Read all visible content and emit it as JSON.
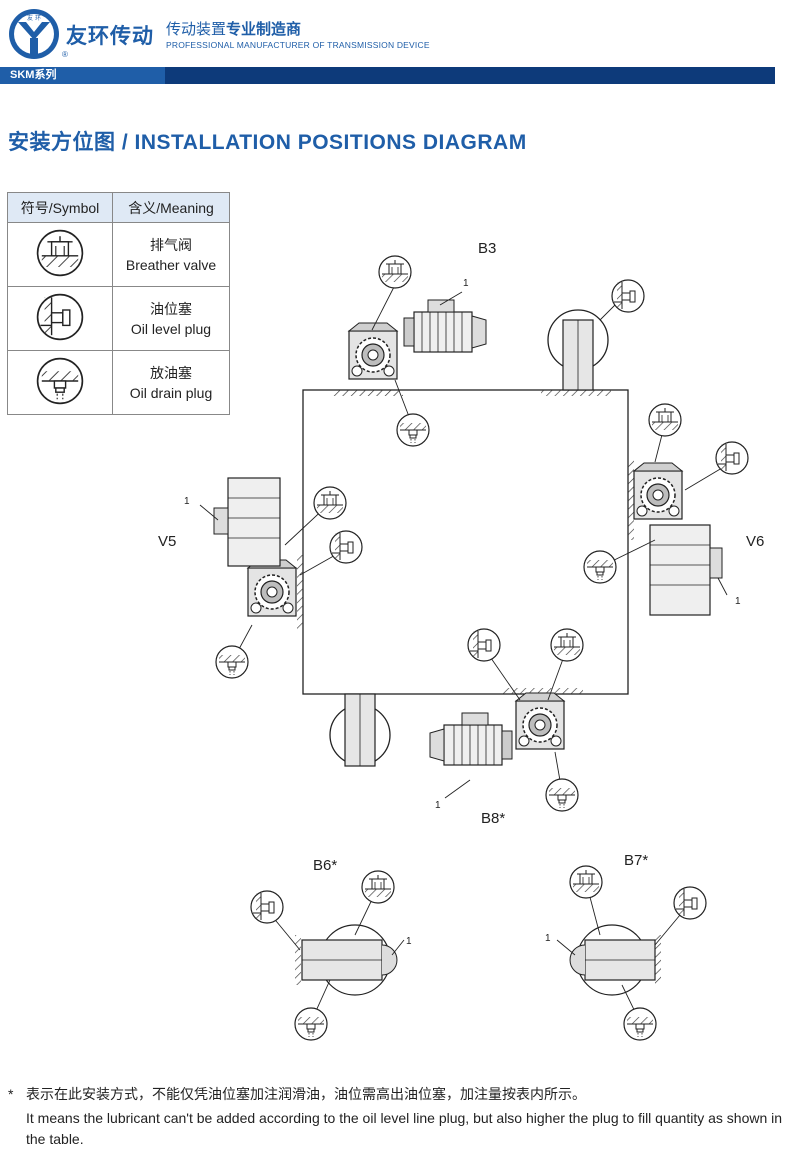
{
  "header": {
    "brand_cn": "友环传动",
    "logo_text": "友 环",
    "reg_mark": "®",
    "tagline_cn_a": "传动装置",
    "tagline_cn_b": "专业制造商",
    "tagline_en": "PROFESSIONAL MANUFACTURER OF TRANSMISSION DEVICE",
    "series": "SKM系列",
    "colors": {
      "brand_blue": "#1f5ea8",
      "bar_navy": "#0d3a7a"
    }
  },
  "title": "安装方位图 / INSTALLATION POSITIONS DIAGRAM",
  "symbol_table": {
    "headers": [
      "符号/Symbol",
      "含义/Meaning"
    ],
    "rows": [
      {
        "icon": "breather-valve-icon",
        "cn": "排气阀",
        "en": "Breather valve"
      },
      {
        "icon": "oil-level-plug-icon",
        "cn": "油位塞",
        "en": "Oil level plug"
      },
      {
        "icon": "oil-drain-plug-icon",
        "cn": "放油塞",
        "en": "Oil drain plug"
      }
    ]
  },
  "positions": {
    "b3": "B3",
    "v5": "V5",
    "v6": "V6",
    "b8": "B8*",
    "b6": "B6*",
    "b7": "B7*",
    "motor_callout": "1"
  },
  "notes": [
    {
      "star": "*",
      "text": "表示在此安装方式，不能仅凭油位塞加注润滑油，油位需高出油位塞，加注量按表内所示。"
    },
    {
      "star": "*",
      "text": "It means the lubricant can't be added according to the oil level line plug, but also higher the plug to fill quantity as shown in the table."
    }
  ]
}
